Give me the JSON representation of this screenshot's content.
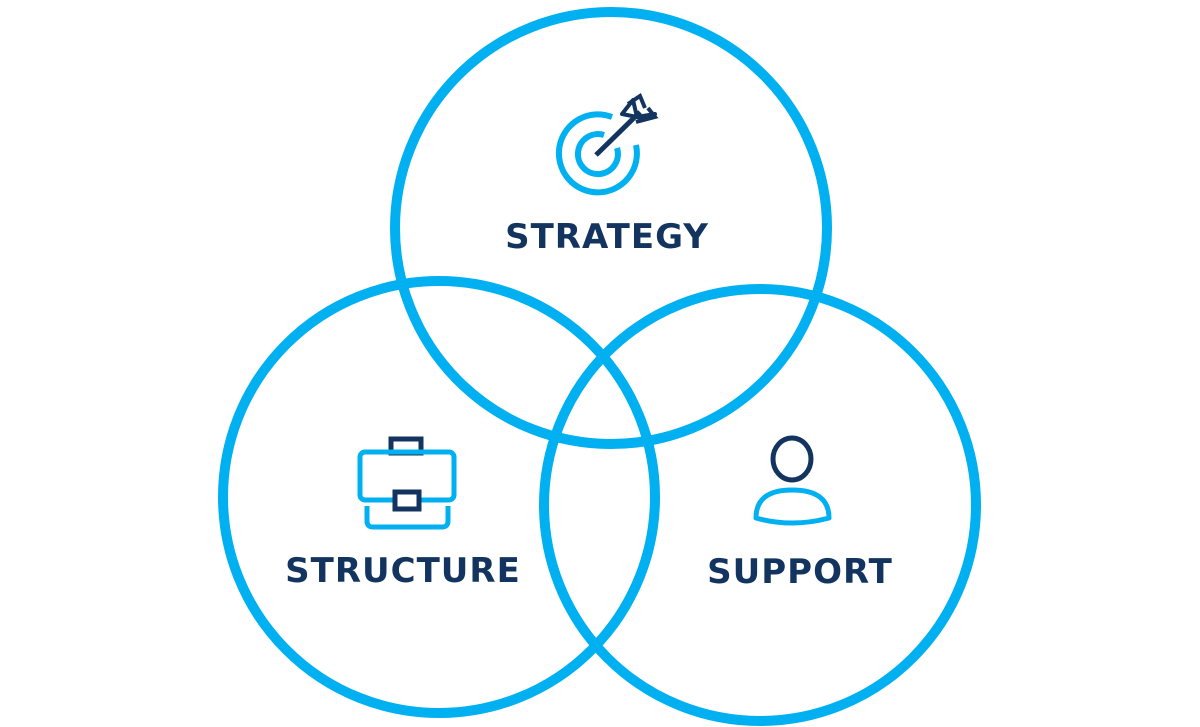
{
  "colors": {
    "circle": "#00B0F0",
    "text": "#12345E"
  },
  "sets": [
    {
      "label": "STRATEGY",
      "icon": "target-arrow-icon"
    },
    {
      "label": "STRUCTURE",
      "icon": "briefcase-icon"
    },
    {
      "label": "SUPPORT",
      "icon": "person-icon"
    }
  ]
}
